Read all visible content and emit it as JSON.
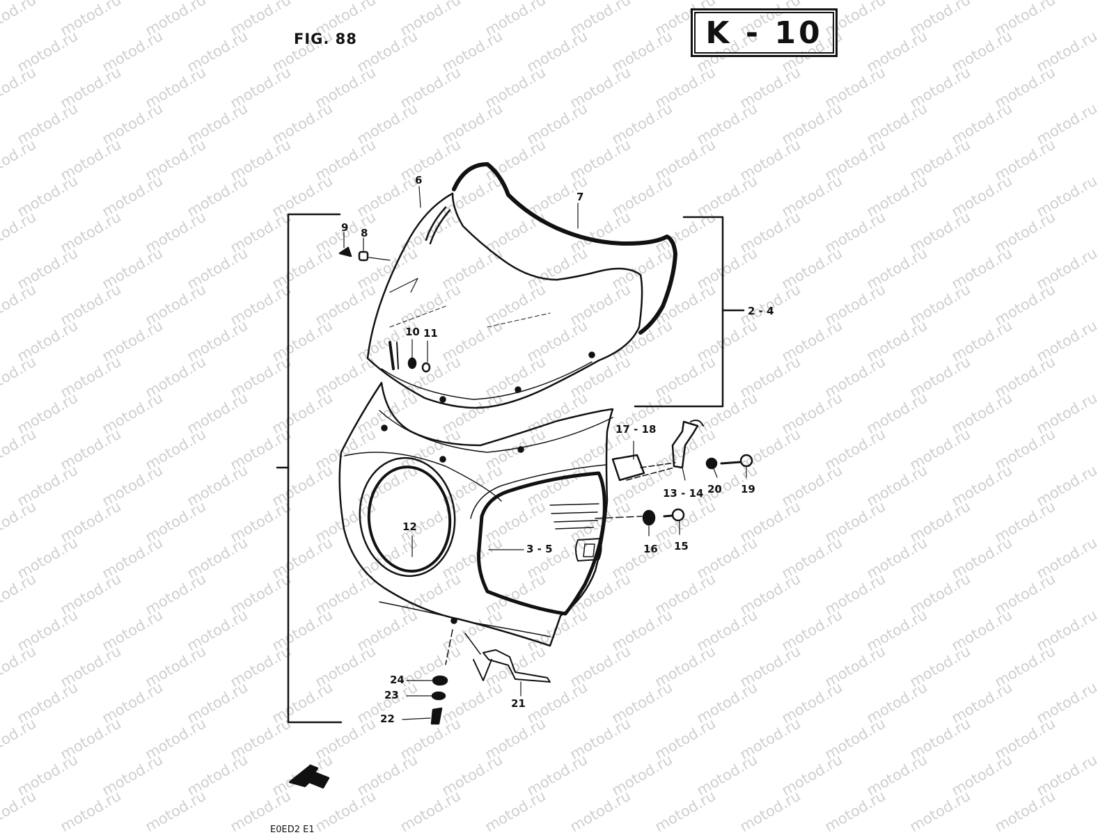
{
  "figure": {
    "label": "FIG. 88",
    "reference": "K - 10",
    "code": "E0ED2 E1"
  },
  "watermark": "motod.ru",
  "parts": {
    "p2_4": "2 - 4",
    "p3_5": "3 - 5",
    "p6": "6",
    "p7": "7",
    "p8": "8",
    "p9": "9",
    "p10": "10",
    "p11": "11",
    "p12": "12",
    "p13_14": "13 - 14",
    "p15": "15",
    "p16": "16",
    "p17_18": "17 - 18",
    "p19": "19",
    "p20": "20",
    "p21": "21",
    "p22": "22",
    "p23": "23",
    "p24": "24"
  },
  "icons": {
    "front_arrow": "arrow-left-icon"
  },
  "colors": {
    "ink": "#111111",
    "watermark": "#cfcfcf"
  }
}
